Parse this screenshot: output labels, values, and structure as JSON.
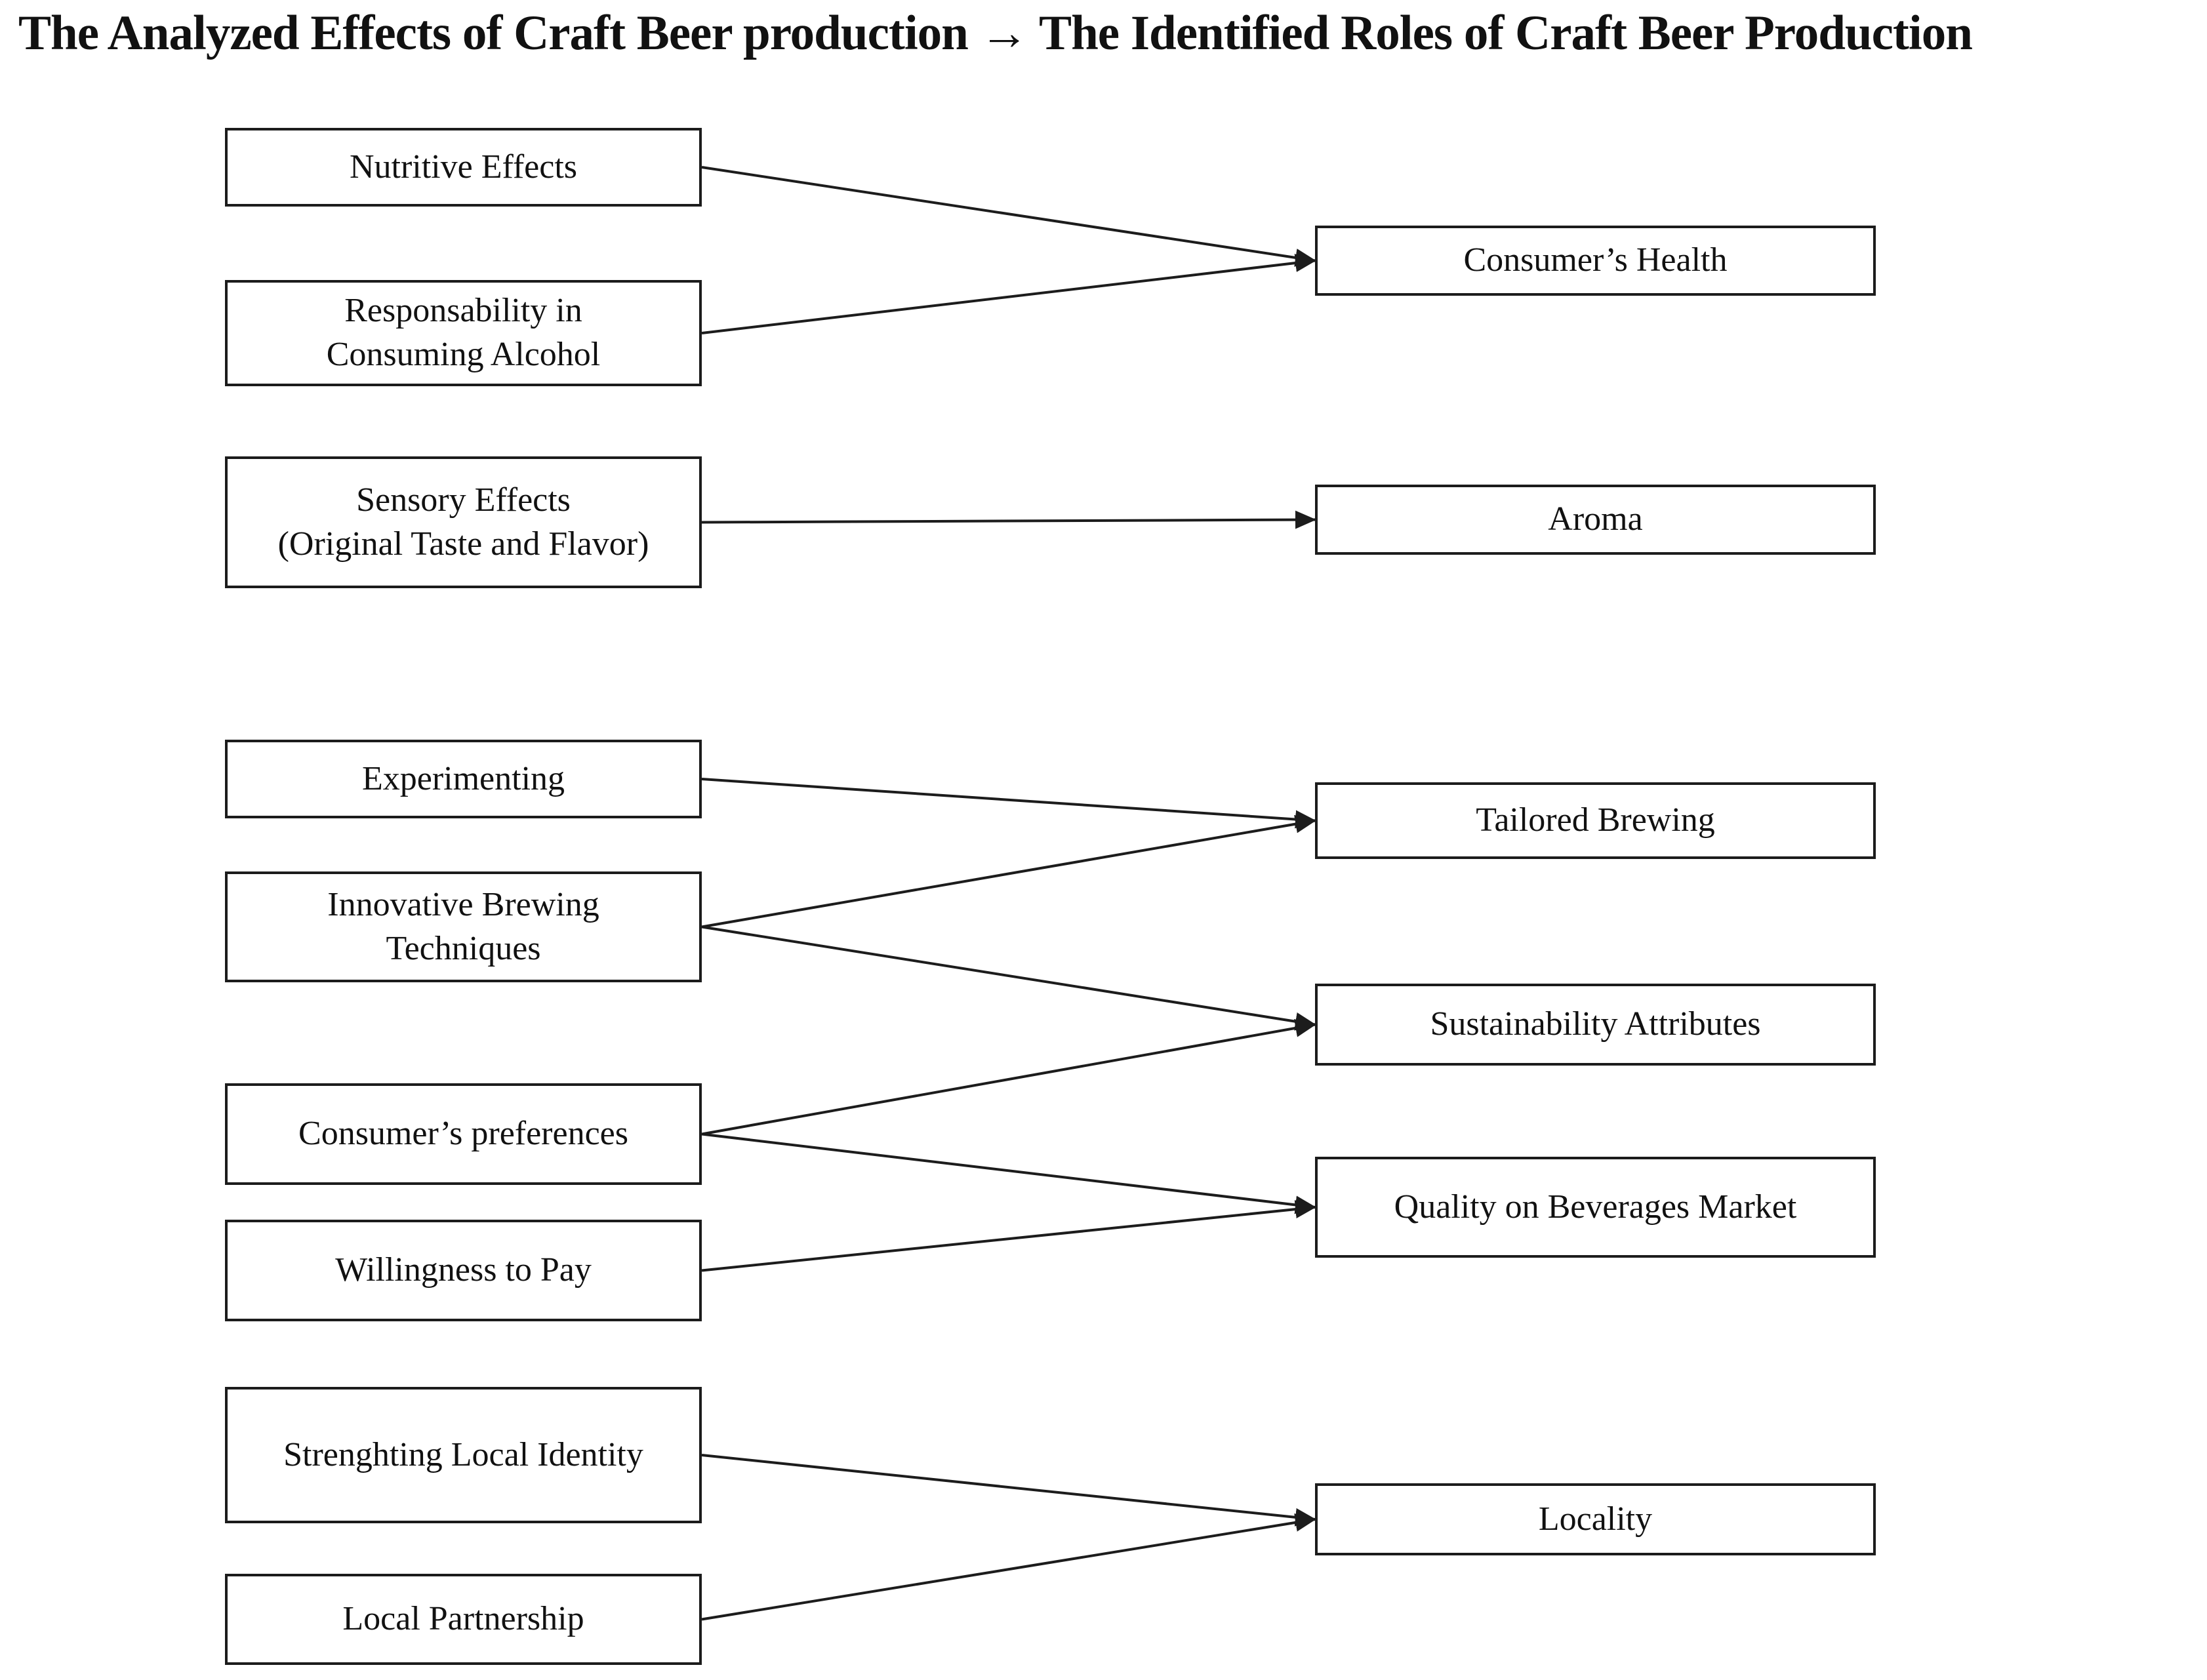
{
  "title": "The Analyzed Effects of Craft Beer production → The Identified Roles of Craft Beer Production",
  "colors": {
    "ink": "#1c1c1c",
    "background": "#ffffff"
  },
  "diagram": {
    "left_column_role": "Analyzed Effects",
    "right_column_role": "Identified Roles",
    "left_column": [
      {
        "id": "nutritive-effects",
        "label": "Nutritive Effects"
      },
      {
        "id": "responsability-in-consuming-alcohol",
        "label": "Responsability in\nConsuming Alcohol"
      },
      {
        "id": "sensory-effects",
        "label": "Sensory Effects\n(Original Taste and Flavor)"
      },
      {
        "id": "experimenting",
        "label": "Experimenting"
      },
      {
        "id": "innovative-brewing-techniques",
        "label": "Innovative Brewing\nTechniques"
      },
      {
        "id": "consumers-preferences",
        "label": "Consumer’s preferences"
      },
      {
        "id": "willingness-to-pay",
        "label": "Willingness to Pay"
      },
      {
        "id": "strenghting-local-identity",
        "label": "Strenghting Local Identity"
      },
      {
        "id": "local-partnership",
        "label": "Local Partnership"
      }
    ],
    "right_column": [
      {
        "id": "consumers-health",
        "label": "Consumer’s Health"
      },
      {
        "id": "aroma",
        "label": "Aroma"
      },
      {
        "id": "tailored-brewing",
        "label": "Tailored Brewing"
      },
      {
        "id": "sustainability-attributes",
        "label": "Sustainability Attributes"
      },
      {
        "id": "quality-on-beverages-market",
        "label": "Quality on Beverages Market"
      },
      {
        "id": "locality",
        "label": "Locality"
      }
    ],
    "edges": [
      {
        "from": "nutritive-effects",
        "to": "consumers-health"
      },
      {
        "from": "responsability-in-consuming-alcohol",
        "to": "consumers-health"
      },
      {
        "from": "sensory-effects",
        "to": "aroma"
      },
      {
        "from": "experimenting",
        "to": "tailored-brewing"
      },
      {
        "from": "innovative-brewing-techniques",
        "to": "tailored-brewing"
      },
      {
        "from": "innovative-brewing-techniques",
        "to": "sustainability-attributes"
      },
      {
        "from": "consumers-preferences",
        "to": "sustainability-attributes"
      },
      {
        "from": "consumers-preferences",
        "to": "quality-on-beverages-market"
      },
      {
        "from": "willingness-to-pay",
        "to": "quality-on-beverages-market"
      },
      {
        "from": "strenghting-local-identity",
        "to": "locality"
      },
      {
        "from": "local-partnership",
        "to": "locality"
      }
    ]
  }
}
